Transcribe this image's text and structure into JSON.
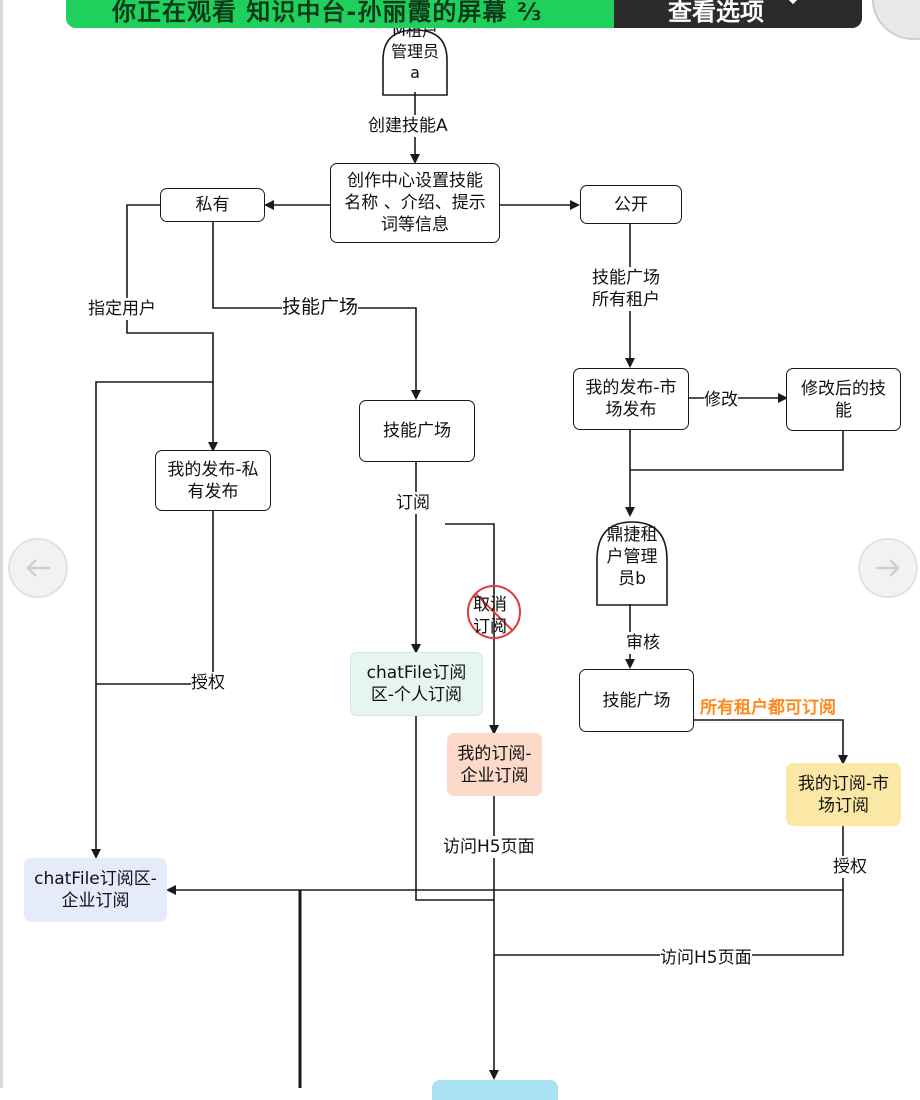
{
  "banner": {
    "text": "你正在观看 知识中台-孙丽霞的屏幕 ⅔",
    "options_label": "查看选项",
    "options_icon": "chevron-down-icon",
    "green": "#1fd15c",
    "dark": "#2b2b2b"
  },
  "nav": {
    "prev_icon": "arrow-left-icon",
    "next_icon": "arrow-right-icon"
  },
  "diagram": {
    "actor_top": "M租户\n管理员\na",
    "actor_mid": "鼎捷租\n户管理\n员b",
    "nodes": {
      "create": "创作中心设置技能\n名称 、介绍、提示\n词等信息",
      "private": "私有",
      "public": "公开",
      "my_pub_private": "我的发布-私\n有发布",
      "skill_plaza_mid": "技能广场",
      "my_pub_market": "我的发布-市\n场发布",
      "modified": "修改后的技\n能",
      "personal_sub": "chatFile订阅\n区-个人订阅",
      "my_sub_enterprise": "我的订阅-\n企业订阅",
      "skill_plaza_right": "技能广场",
      "my_sub_market": "我的订阅-市\n场订阅",
      "enterprise_sub": "chatFile订阅区-\n企业订阅"
    },
    "edges": {
      "create_skill": "创建技能A",
      "assign_user": "指定用户",
      "skill_plaza": "技能广场",
      "plaza_all_tenants": "技能广场\n所有租户",
      "modify": "修改",
      "subscribe": "订阅",
      "cancel_sub": "取消\n订阅",
      "authorize_left": "授权",
      "review": "审核",
      "all_tenants_can_sub": "所有租户都可订阅",
      "visit_h5_mid": "访问H5页面",
      "authorize_right": "授权",
      "visit_h5_right": "访问H5页面"
    },
    "colors": {
      "line": "#1a1a1a",
      "personal_fill": "#e6f6ee",
      "enterprise_fill": "#fcd9c8",
      "market_fill": "#fbe7a6",
      "corp_fill": "#e5ebfb",
      "bottom_fill": "#a9e2f3",
      "orange_text": "#ff8a1f",
      "cancel_red": "#e03a3a"
    }
  }
}
